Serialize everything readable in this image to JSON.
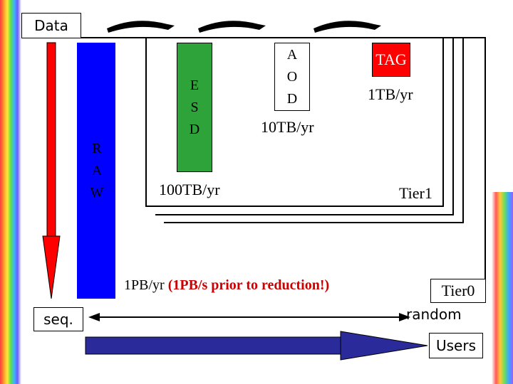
{
  "labels": {
    "data": "Data",
    "raw": [
      "R",
      "A",
      "W"
    ],
    "esd": [
      "E",
      "S",
      "D"
    ],
    "aod": [
      "A",
      "O",
      "D"
    ],
    "tag": "TAG",
    "rate_tag": "1TB/yr",
    "rate_aod": "10TB/yr",
    "rate_esd": "100TB/yr",
    "tier1": "Tier1",
    "rate_raw": "1PB/yr",
    "rate_raw_note": "(1PB/s prior to reduction!)",
    "tier0": "Tier0",
    "seq": "seq.",
    "random": "random",
    "users": "Users"
  },
  "colors": {
    "raw": "#0000ff",
    "esd": "#2ea33a",
    "aod": "#ffffff",
    "tag": "#ff0000",
    "tag_text": "#ffffff",
    "note": "#cc0000",
    "users_arrow": "#2a2a9a",
    "seq_arrow": "#ff0000"
  }
}
